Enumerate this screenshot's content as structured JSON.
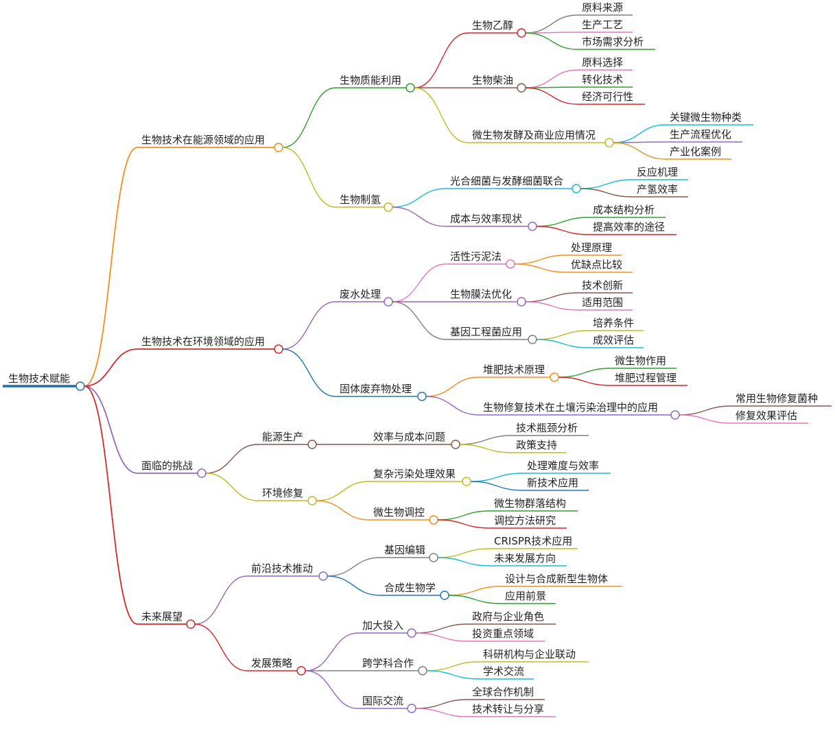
{
  "mindmap": {
    "root": {
      "label": "生物技术赋能",
      "color": "#1f6fa8",
      "children": [
        {
          "label": "生物技术在能源领域的应用",
          "color": "#f28e1c",
          "children": [
            {
              "label": "生物质能利用",
              "color": "#2ca02c",
              "children": [
                {
                  "label": "生物乙醇",
                  "color": "#d62728",
                  "children": [
                    {
                      "label": "原料来源",
                      "color": "#7f7f7f"
                    },
                    {
                      "label": "生产工艺",
                      "color": "#e377c2"
                    },
                    {
                      "label": "市场需求分析",
                      "color": "#2ca02c"
                    }
                  ]
                },
                {
                  "label": "生物柴油",
                  "color": "#8c564b",
                  "children": [
                    {
                      "label": "原料选择",
                      "color": "#e377c2"
                    },
                    {
                      "label": "转化技术",
                      "color": "#2ca02c"
                    },
                    {
                      "label": "经济可行性",
                      "color": "#d62728"
                    }
                  ]
                },
                {
                  "label": "微生物发酵及商业应用情况",
                  "color": "#bcbd22",
                  "children": [
                    {
                      "label": "关键微生物种类",
                      "color": "#17becf"
                    },
                    {
                      "label": "生产流程优化",
                      "color": "#9467bd"
                    },
                    {
                      "label": "产业化案例",
                      "color": "#f28e1c"
                    }
                  ]
                }
              ]
            },
            {
              "label": "生物制氢",
              "color": "#bcbd22",
              "children": [
                {
                  "label": "光合细菌与发酵细菌联合",
                  "color": "#17becf",
                  "children": [
                    {
                      "label": "反应机理",
                      "color": "#17becf"
                    },
                    {
                      "label": "产氢效率",
                      "color": "#8c564b"
                    }
                  ]
                },
                {
                  "label": "成本与效率现状",
                  "color": "#9467bd",
                  "children": [
                    {
                      "label": "成本结构分析",
                      "color": "#2ca02c"
                    },
                    {
                      "label": "提高效率的途径",
                      "color": "#d62728"
                    }
                  ]
                }
              ]
            }
          ]
        },
        {
          "label": "生物技术在环境领域的应用",
          "color": "#d62728",
          "children": [
            {
              "label": "废水处理",
              "color": "#9467bd",
              "children": [
                {
                  "label": "活性污泥法",
                  "color": "#e377c2",
                  "children": [
                    {
                      "label": "处理原理",
                      "color": "#f28e1c"
                    },
                    {
                      "label": "优缺点比较",
                      "color": "#f28e1c"
                    }
                  ]
                },
                {
                  "label": "生物膜法优化",
                  "color": "#9467bd",
                  "children": [
                    {
                      "label": "技术创新",
                      "color": "#8c564b"
                    },
                    {
                      "label": "适用范围",
                      "color": "#e377c2"
                    }
                  ]
                },
                {
                  "label": "基因工程菌应用",
                  "color": "#7f7f7f",
                  "children": [
                    {
                      "label": "培养条件",
                      "color": "#bcbd22"
                    },
                    {
                      "label": "成效评估",
                      "color": "#17becf"
                    }
                  ]
                }
              ]
            },
            {
              "label": "固体废弃物处理",
              "color": "#1f77b4",
              "children": [
                {
                  "label": "堆肥技术原理",
                  "color": "#f28e1c",
                  "children": [
                    {
                      "label": "微生物作用",
                      "color": "#2ca02c"
                    },
                    {
                      "label": "堆肥过程管理",
                      "color": "#d62728"
                    }
                  ]
                },
                {
                  "label": "生物修复技术在土壤污染治理中的应用",
                  "color": "#9467bd",
                  "children": [
                    {
                      "label": "常用生物修复菌种",
                      "color": "#8c564b"
                    },
                    {
                      "label": "修复效果评估",
                      "color": "#e377c2"
                    }
                  ]
                }
              ]
            }
          ]
        },
        {
          "label": "面临的挑战",
          "color": "#9467bd",
          "children": [
            {
              "label": "能源生产",
              "color": "#8c564b",
              "children": [
                {
                  "label": "效率与成本问题",
                  "color": "#8c564b",
                  "children": [
                    {
                      "label": "技术瓶颈分析",
                      "color": "#7f7f7f"
                    },
                    {
                      "label": "政策支持",
                      "color": "#bcbd22"
                    }
                  ]
                }
              ]
            },
            {
              "label": "环境修复",
              "color": "#bcbd22",
              "children": [
                {
                  "label": "复杂污染处理效果",
                  "color": "#bcbd22",
                  "children": [
                    {
                      "label": "处理难度与效率",
                      "color": "#17becf"
                    },
                    {
                      "label": "新技术应用",
                      "color": "#1f77b4"
                    }
                  ]
                },
                {
                  "label": "微生物调控",
                  "color": "#f28e1c",
                  "children": [
                    {
                      "label": "微生物群落结构",
                      "color": "#2ca02c"
                    },
                    {
                      "label": "调控方法研究",
                      "color": "#d62728"
                    }
                  ]
                }
              ]
            }
          ]
        },
        {
          "label": "未来展望",
          "color": "#d62728",
          "children": [
            {
              "label": "前沿技术推动",
              "color": "#9467bd",
              "children": [
                {
                  "label": "基因编辑",
                  "color": "#7f7f7f",
                  "children": [
                    {
                      "label": "CRISPR技术应用",
                      "color": "#bcbd22"
                    },
                    {
                      "label": "未来发展方向",
                      "color": "#17becf"
                    }
                  ]
                },
                {
                  "label": "合成生物学",
                  "color": "#1f77b4",
                  "children": [
                    {
                      "label": "设计与合成新型生物体",
                      "color": "#f28e1c"
                    },
                    {
                      "label": "应用前景",
                      "color": "#2ca02c"
                    }
                  ]
                }
              ]
            },
            {
              "label": "发展策略",
              "color": "#d62728",
              "children": [
                {
                  "label": "加大投入",
                  "color": "#9467bd",
                  "children": [
                    {
                      "label": "政府与企业角色",
                      "color": "#8c564b"
                    },
                    {
                      "label": "投资重点领域",
                      "color": "#e377c2"
                    }
                  ]
                },
                {
                  "label": "跨学科合作",
                  "color": "#7f7f7f",
                  "children": [
                    {
                      "label": "科研机构与企业联动",
                      "color": "#bcbd22"
                    },
                    {
                      "label": "学术交流",
                      "color": "#17becf"
                    }
                  ]
                },
                {
                  "label": "国际交流",
                  "color": "#9467bd",
                  "children": [
                    {
                      "label": "全球合作机制",
                      "color": "#8c564b"
                    },
                    {
                      "label": "技术转让与分享",
                      "color": "#e377c2"
                    }
                  ]
                }
              ]
            }
          ]
        }
      ]
    }
  }
}
